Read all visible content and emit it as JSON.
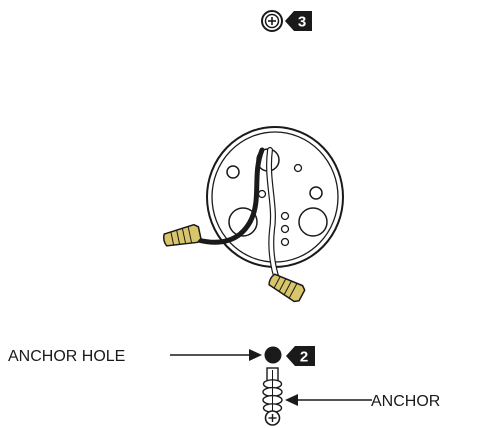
{
  "steps": {
    "screw_step": "3",
    "anchor_step": "2"
  },
  "labels": {
    "anchor_hole": "ANCHOR HOLE",
    "anchor": "ANCHOR"
  },
  "icons": {
    "screw": "screw-head-icon",
    "step_badge": "step-badge-icon",
    "junction_box": "junction-box-icon",
    "wire_nut": "wire-nut-icon",
    "anchor": "wall-anchor-icon"
  },
  "colors": {
    "line": "#1a1a1a",
    "badge": "#1a1a1a",
    "wire_nut": "#d9c56a",
    "box": "#ffffff"
  }
}
